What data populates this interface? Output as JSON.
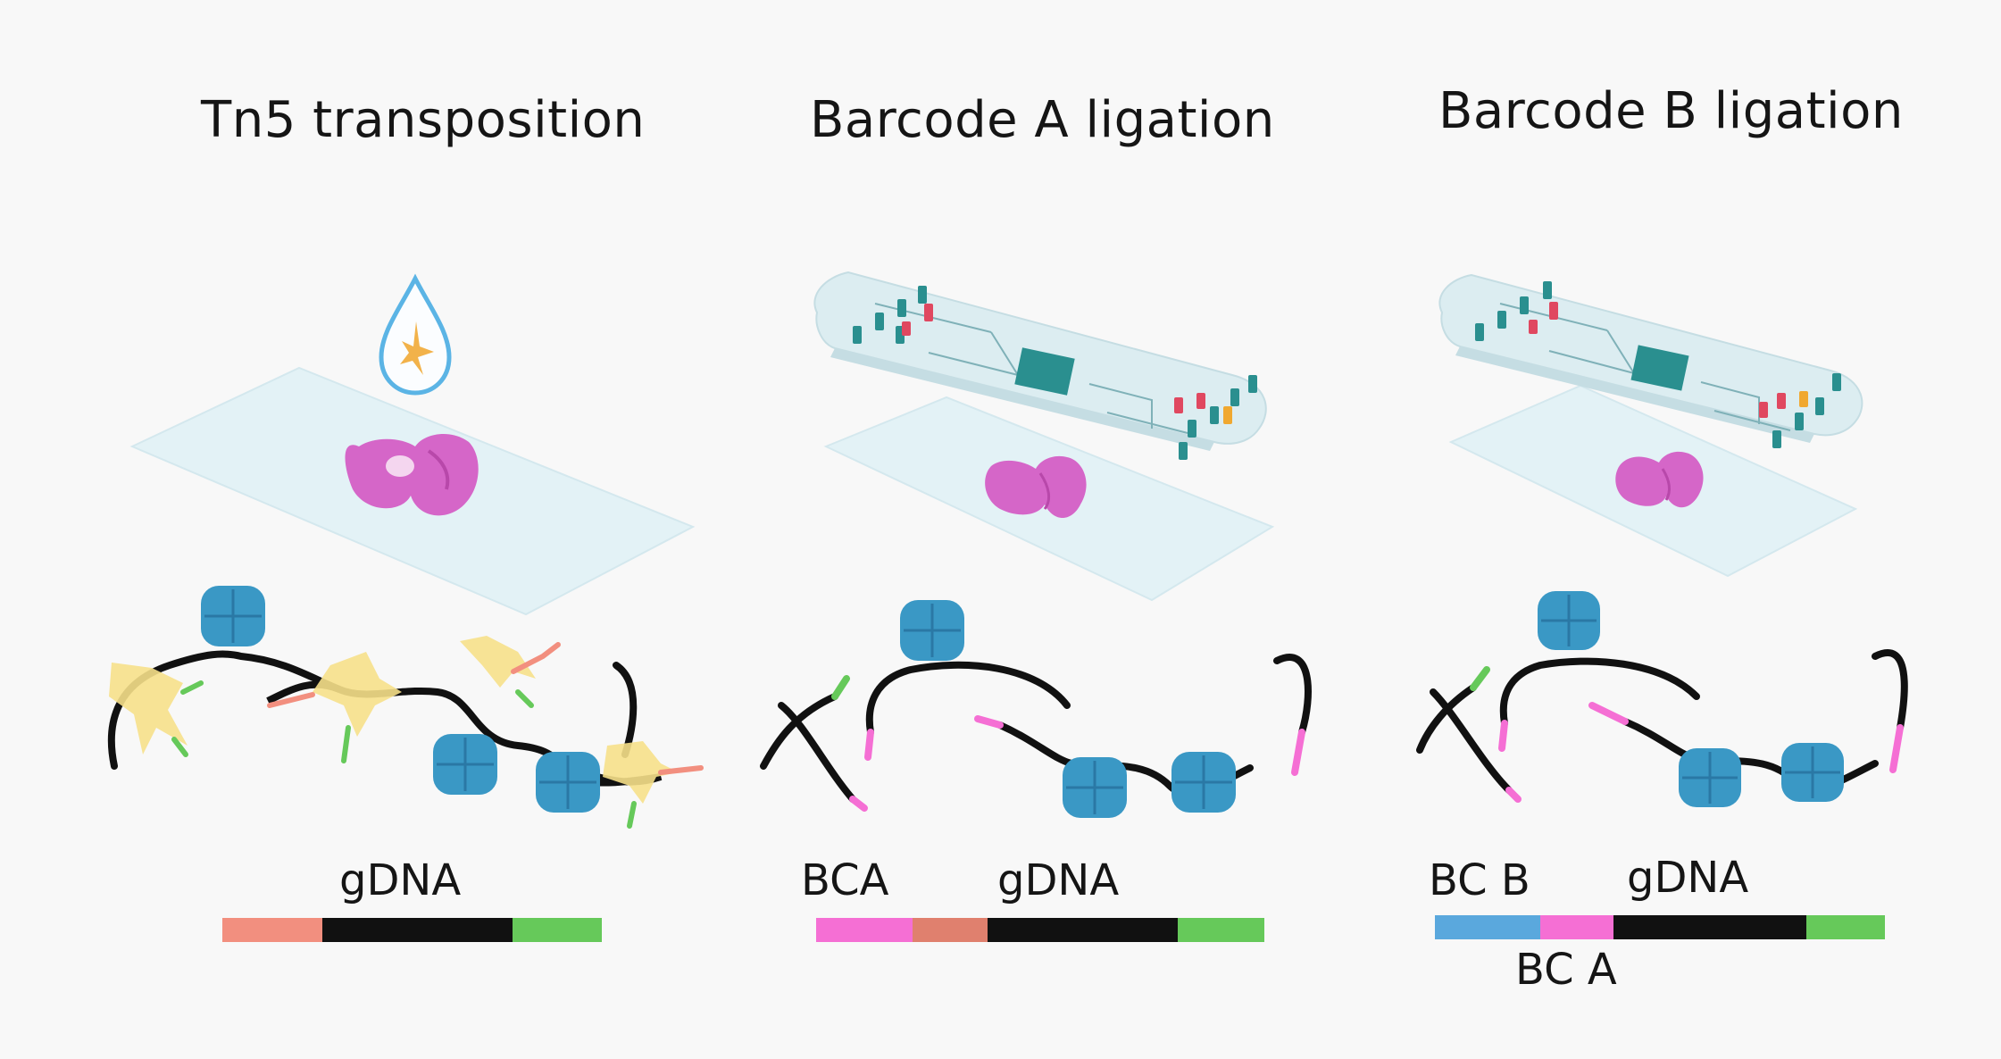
{
  "panels": [
    {
      "title": "Tn5 transposition",
      "labels": {
        "gdna": "gDNA"
      }
    },
    {
      "title": "Barcode A ligation",
      "labels": {
        "bca": "BCA",
        "gdna": "gDNA"
      }
    },
    {
      "title": "Barcode B ligation",
      "labels": {
        "bcb": "BC B",
        "gdna": "gDNA",
        "bca": "BC A"
      }
    }
  ],
  "colors": {
    "background": "#f8f8f8",
    "slide": "#e3f2f6",
    "tissue": "#d566c8",
    "transposase": "#3a98c5",
    "dna": "#111111",
    "adapter_salmon": "#f28f7f",
    "adapter_green": "#66c95a",
    "barcode_a": "#f56fd4",
    "barcode_b": "#5aa8dd",
    "chip": "#dcedf1",
    "chip_teal": "#2a8f8f",
    "chip_red": "#e04860",
    "chip_orange": "#f0a830",
    "droplet": "#5bb4e5",
    "yellow_tn5": "#f6e08a"
  }
}
